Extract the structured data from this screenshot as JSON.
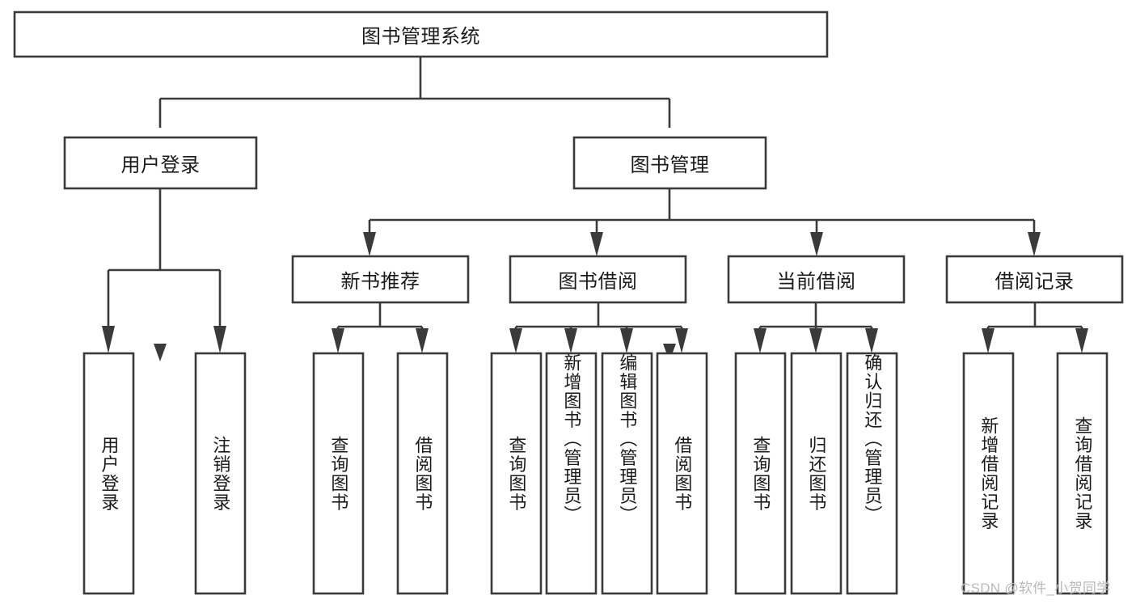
{
  "diagram": {
    "type": "hierarchy-tree",
    "title": "图书管理系统",
    "watermark": "CSDN @软件_小贺同学",
    "colors": {
      "stroke": "#3a3a3a",
      "box_fill": "#ffffff",
      "text": "#1a1a1a",
      "background": "#ffffff",
      "watermark": "#b9b9b9"
    },
    "levels": [
      {
        "level": 1,
        "nodes": [
          {
            "id": "root",
            "label": "图书管理系统",
            "orientation": "horizontal"
          }
        ]
      },
      {
        "level": 2,
        "nodes": [
          {
            "id": "l2-1",
            "label": "用户登录",
            "orientation": "horizontal",
            "parent": "root"
          },
          {
            "id": "l2-2",
            "label": "图书管理",
            "orientation": "horizontal",
            "parent": "root"
          }
        ]
      },
      {
        "level": 3,
        "nodes": [
          {
            "id": "l3-1",
            "label": "新书推荐",
            "orientation": "horizontal",
            "parent": "l2-2"
          },
          {
            "id": "l3-2",
            "label": "图书借阅",
            "orientation": "horizontal",
            "parent": "l2-2"
          },
          {
            "id": "l3-3",
            "label": "当前借阅",
            "orientation": "horizontal",
            "parent": "l2-2"
          },
          {
            "id": "l3-4",
            "label": "借阅记录",
            "orientation": "horizontal",
            "parent": "l2-2"
          }
        ]
      },
      {
        "level": 4,
        "nodes": [
          {
            "id": "leaf-1",
            "label": "用户登录",
            "orientation": "vertical",
            "parent": "l2-1"
          },
          {
            "id": "leaf-2",
            "label": "注销登录",
            "orientation": "vertical",
            "parent": "l2-1"
          },
          {
            "id": "leaf-3",
            "label": "查询图书",
            "orientation": "vertical",
            "parent": "l3-1"
          },
          {
            "id": "leaf-4",
            "label": "借阅图书",
            "orientation": "vertical",
            "parent": "l3-1"
          },
          {
            "id": "leaf-5",
            "label": "查询图书",
            "orientation": "vertical",
            "parent": "l3-2"
          },
          {
            "id": "leaf-6",
            "label": "新增图书（管理员）",
            "orientation": "vertical",
            "parent": "l3-2"
          },
          {
            "id": "leaf-7",
            "label": "编辑图书（管理员）",
            "orientation": "vertical",
            "parent": "l3-2"
          },
          {
            "id": "leaf-8",
            "label": "借阅图书",
            "orientation": "vertical",
            "parent": "l3-2"
          },
          {
            "id": "leaf-9",
            "label": "查询图书",
            "orientation": "vertical",
            "parent": "l3-3"
          },
          {
            "id": "leaf-10",
            "label": "归还图书",
            "orientation": "vertical",
            "parent": "l3-3"
          },
          {
            "id": "leaf-11",
            "label": "确认归还（管理员）",
            "orientation": "vertical",
            "parent": "l3-3"
          },
          {
            "id": "leaf-12",
            "label": "新增借阅记录",
            "orientation": "vertical",
            "parent": "l3-4"
          },
          {
            "id": "leaf-13",
            "label": "查询借阅记录",
            "orientation": "vertical",
            "parent": "l3-4"
          }
        ]
      }
    ]
  }
}
